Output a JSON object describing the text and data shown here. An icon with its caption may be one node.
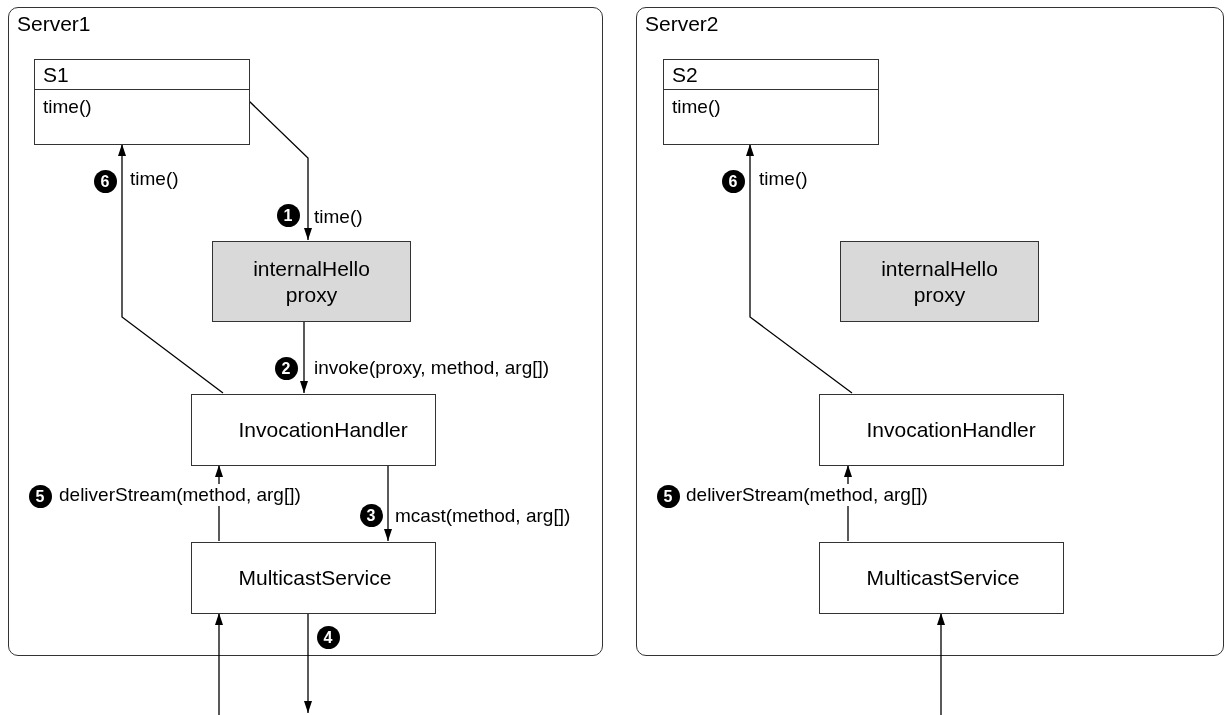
{
  "diagram": {
    "nodes": [
      {
        "text": [
          "Server1"
        ]
      },
      {
        "text": [
          "S1",
          "time()"
        ],
        "in": 0
      },
      {
        "text": [
          "internalHello proxy"
        ],
        "in": 0
      },
      {
        "text": [
          "InvocationHandler"
        ],
        "in": 0
      },
      {
        "text": [
          "MulticastService"
        ],
        "in": 0
      },
      {
        "text": [
          "Server2"
        ]
      },
      {
        "text": [
          "S2",
          "time()"
        ],
        "in": 5
      },
      {
        "text": [
          "internalHello proxy"
        ],
        "in": 5
      },
      {
        "text": [
          "InvocationHandler"
        ],
        "in": 5
      },
      {
        "text": [
          "MulticastService"
        ],
        "in": 5
      }
    ],
    "edges": [
      {
        "from": 1,
        "to": 2,
        "arrow": "to",
        "label": "time()"
      },
      {
        "from": 2,
        "to": 3,
        "arrow": "to",
        "label": "invoke(proxy, method, arg[])"
      },
      {
        "from": 3,
        "to": 4,
        "arrow": "to",
        "label": "mcast(method, arg[])"
      },
      {
        "from": 4,
        "to": 3,
        "arrow": "to",
        "label": "deliverStream(method, arg[])"
      },
      {
        "from": 3,
        "to": 1,
        "arrow": "to",
        "label": "time()"
      },
      {
        "from": null,
        "to": 4,
        "arrow": "to"
      },
      {
        "from": 4,
        "to": null,
        "arrow": "to"
      },
      {
        "from": 8,
        "to": 6,
        "arrow": "to",
        "label": "time()"
      },
      {
        "from": 9,
        "to": 8,
        "arrow": "to",
        "label": "deliverStream(method, arg[])"
      },
      {
        "from": null,
        "to": 9,
        "arrow": "to"
      }
    ],
    "labels": [
      "6",
      "1",
      "2",
      "5",
      "3",
      "4",
      "6",
      "5"
    ]
  }
}
